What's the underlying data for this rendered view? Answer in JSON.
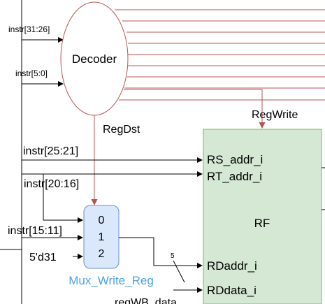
{
  "colors": {
    "wire": "#000000",
    "control_wire": "#b85450",
    "rf_fill": "#d5e8d4",
    "rf_stroke": "#82b366",
    "mux_fill": "#dae8fc",
    "mux_stroke": "#6c8ebf",
    "mux_label": "#4aa3e8"
  },
  "decoder": {
    "label": "Decoder",
    "inputs": [
      "instr[31:26]",
      "instr[5:0]"
    ],
    "regdst_label": "RegDst",
    "regwrite_label": "RegWrite"
  },
  "signals": {
    "rs_field": "instr[25:21]",
    "rt_field": "instr[20:16]",
    "rd_field": "instr[15:11]",
    "const_31": "5'd31",
    "bus_width": "5",
    "writeback": "regWB_data"
  },
  "mux": {
    "name": "Mux_Write_Reg",
    "ports": [
      "0",
      "1",
      "2"
    ]
  },
  "rf": {
    "label": "RF",
    "ports": [
      "RS_addr_i",
      "RT_addr_i",
      "RDaddr_i",
      "RDdata_i"
    ]
  }
}
